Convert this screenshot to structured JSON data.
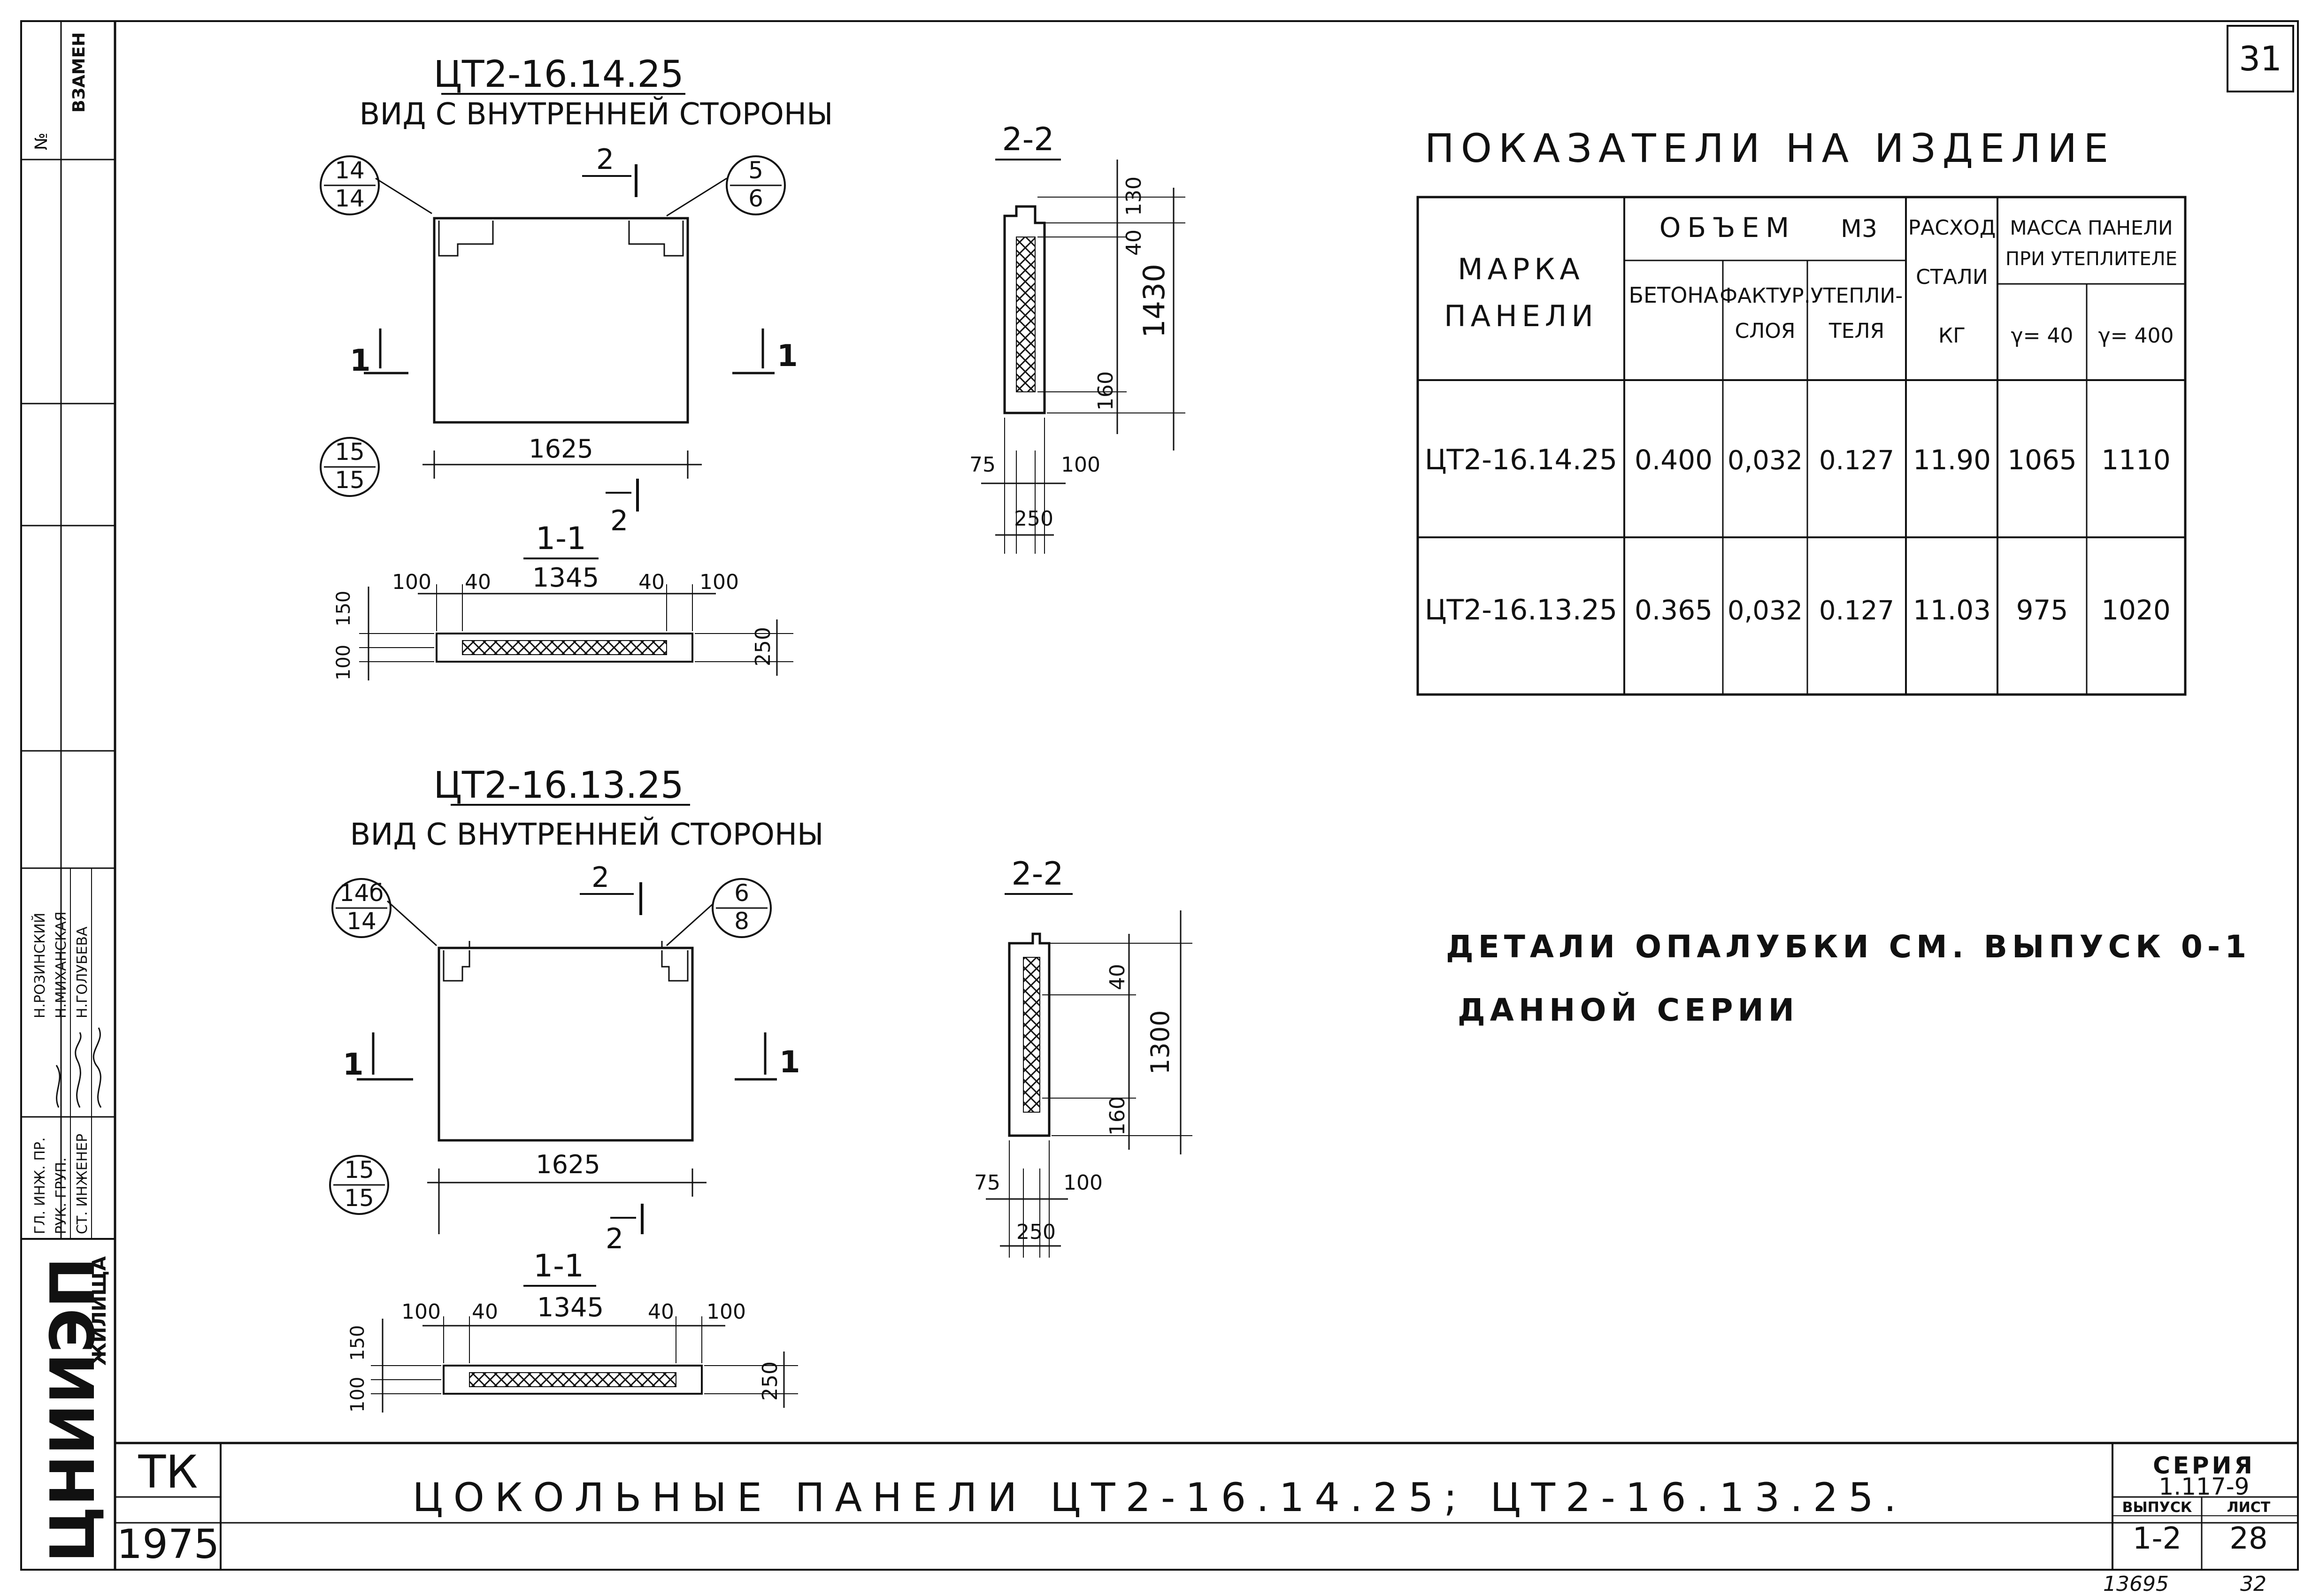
{
  "sheet": {
    "number": "31",
    "bottom_number": "32",
    "archive_number": "13695"
  },
  "left_margin": {
    "vzamen": "ВЗАМЕН",
    "no": "№",
    "roles": [
      "ГЛ. ИНЖ. ПР.",
      "РУК. ГРУП.",
      "СТ. ИНЖЕНЕР"
    ],
    "names": [
      "Н.РОЗИНСКИЙ",
      "Н.МИХАНСКАЯ",
      "Н.ГОЛУБЕВА"
    ],
    "org_logo": "ЦНИИЭП",
    "org_suffix": "ЖИЛИЩА"
  },
  "panel1": {
    "title": "ЦТ2-16.14.25",
    "subtitle": "ВИД С ВНУТРЕННЕЙ СТОРОНЫ",
    "callout_tl_top": "14",
    "callout_tl_bot": "14",
    "callout_tr_top": "5",
    "callout_tr_bot": "6",
    "callout_bl_top": "15",
    "callout_bl_bot": "15",
    "cut_top": "2",
    "cut_bottom": "2",
    "cut_left": "1",
    "cut_right": "1",
    "width": "1625",
    "section11_title": "1-1",
    "s11_dims": [
      "100",
      "40",
      "1345",
      "40",
      "100"
    ],
    "s11_left": [
      "150",
      "100"
    ],
    "s11_right": "250",
    "section22_title": "2-2",
    "s22_right": [
      "130",
      "40",
      "1430",
      "160"
    ],
    "s22_bottom": [
      "75",
      "100",
      "250"
    ]
  },
  "panel2": {
    "title": "ЦТ2-16.13.25",
    "subtitle": "ВИД С ВНУТРЕННЕЙ СТОРОНЫ",
    "callout_tl_top": "14б",
    "callout_tl_bot": "14",
    "callout_tr_top": "6",
    "callout_tr_bot": "8",
    "callout_bl_top": "15",
    "callout_bl_bot": "15",
    "cut_top": "2",
    "cut_bottom": "2",
    "cut_left": "1",
    "cut_right": "1",
    "width": "1625",
    "section11_title": "1-1",
    "s11_dims": [
      "100",
      "40",
      "1345",
      "40",
      "100"
    ],
    "s11_left": [
      "150",
      "100"
    ],
    "s11_right": "250",
    "section22_title": "2-2",
    "s22_right": [
      "40",
      "1300",
      "160"
    ],
    "s22_bottom": [
      "75",
      "100",
      "250"
    ]
  },
  "indicators": {
    "heading": "ПОКАЗАТЕЛИ НА ИЗДЕЛИЕ",
    "head_mark": [
      "МАРКА",
      "ПАНЕЛИ"
    ],
    "head_volume": "ОБЪЕМ",
    "head_volume_unit": "М3",
    "head_concrete": "БЕТОНА",
    "head_facture": [
      "ФАКТУР.",
      "СЛОЯ"
    ],
    "head_insul": [
      "УТЕПЛИ-",
      "ТЕЛЯ"
    ],
    "head_steel": [
      "РАСХОД",
      "СТАЛИ",
      "КГ"
    ],
    "head_mass": [
      "МАССА ПАНЕЛИ",
      "ПРИ УТЕПЛИТЕЛЕ"
    ],
    "head_mass_a": "γ= 40",
    "head_mass_b": "γ= 400",
    "rows": [
      [
        "ЦТ2-16.14.25",
        "0.400",
        "0,032",
        "0.127",
        "11.90",
        "1065",
        "1110"
      ],
      [
        "ЦТ2-16.13.25",
        "0.365",
        "0,032",
        "0.127",
        "11.03",
        "975",
        "1020"
      ]
    ]
  },
  "note": {
    "line1": "ДЕТАЛИ ОПАЛУБКИ СМ. ВЫПУСК 0-1",
    "line2": "ДАННОЙ СЕРИИ"
  },
  "title_block": {
    "tk": "ТК",
    "year": "1975",
    "main_title": "ЦОКОЛЬНЫЕ ПАНЕЛИ ЦТ2-16.14.25; ЦТ2-16.13.25.",
    "seria_label": "СЕРИЯ",
    "seria_value": "1.117-9",
    "vypusk_label": "ВЫПУСК",
    "vypusk_value": "1-2",
    "list_label": "ЛИСТ",
    "list_value": "28"
  }
}
